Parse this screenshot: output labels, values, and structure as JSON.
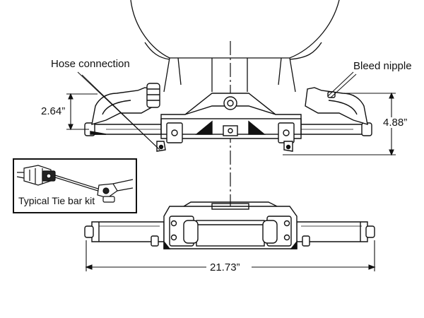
{
  "labels": {
    "hose_connection": "Hose connection",
    "bleed_nipple": "Bleed nipple",
    "dim_left_height": "2.64”",
    "dim_right_height": "4.88”",
    "dim_width": "21.73”",
    "inset_caption": "Typical Tie bar kit"
  }
}
